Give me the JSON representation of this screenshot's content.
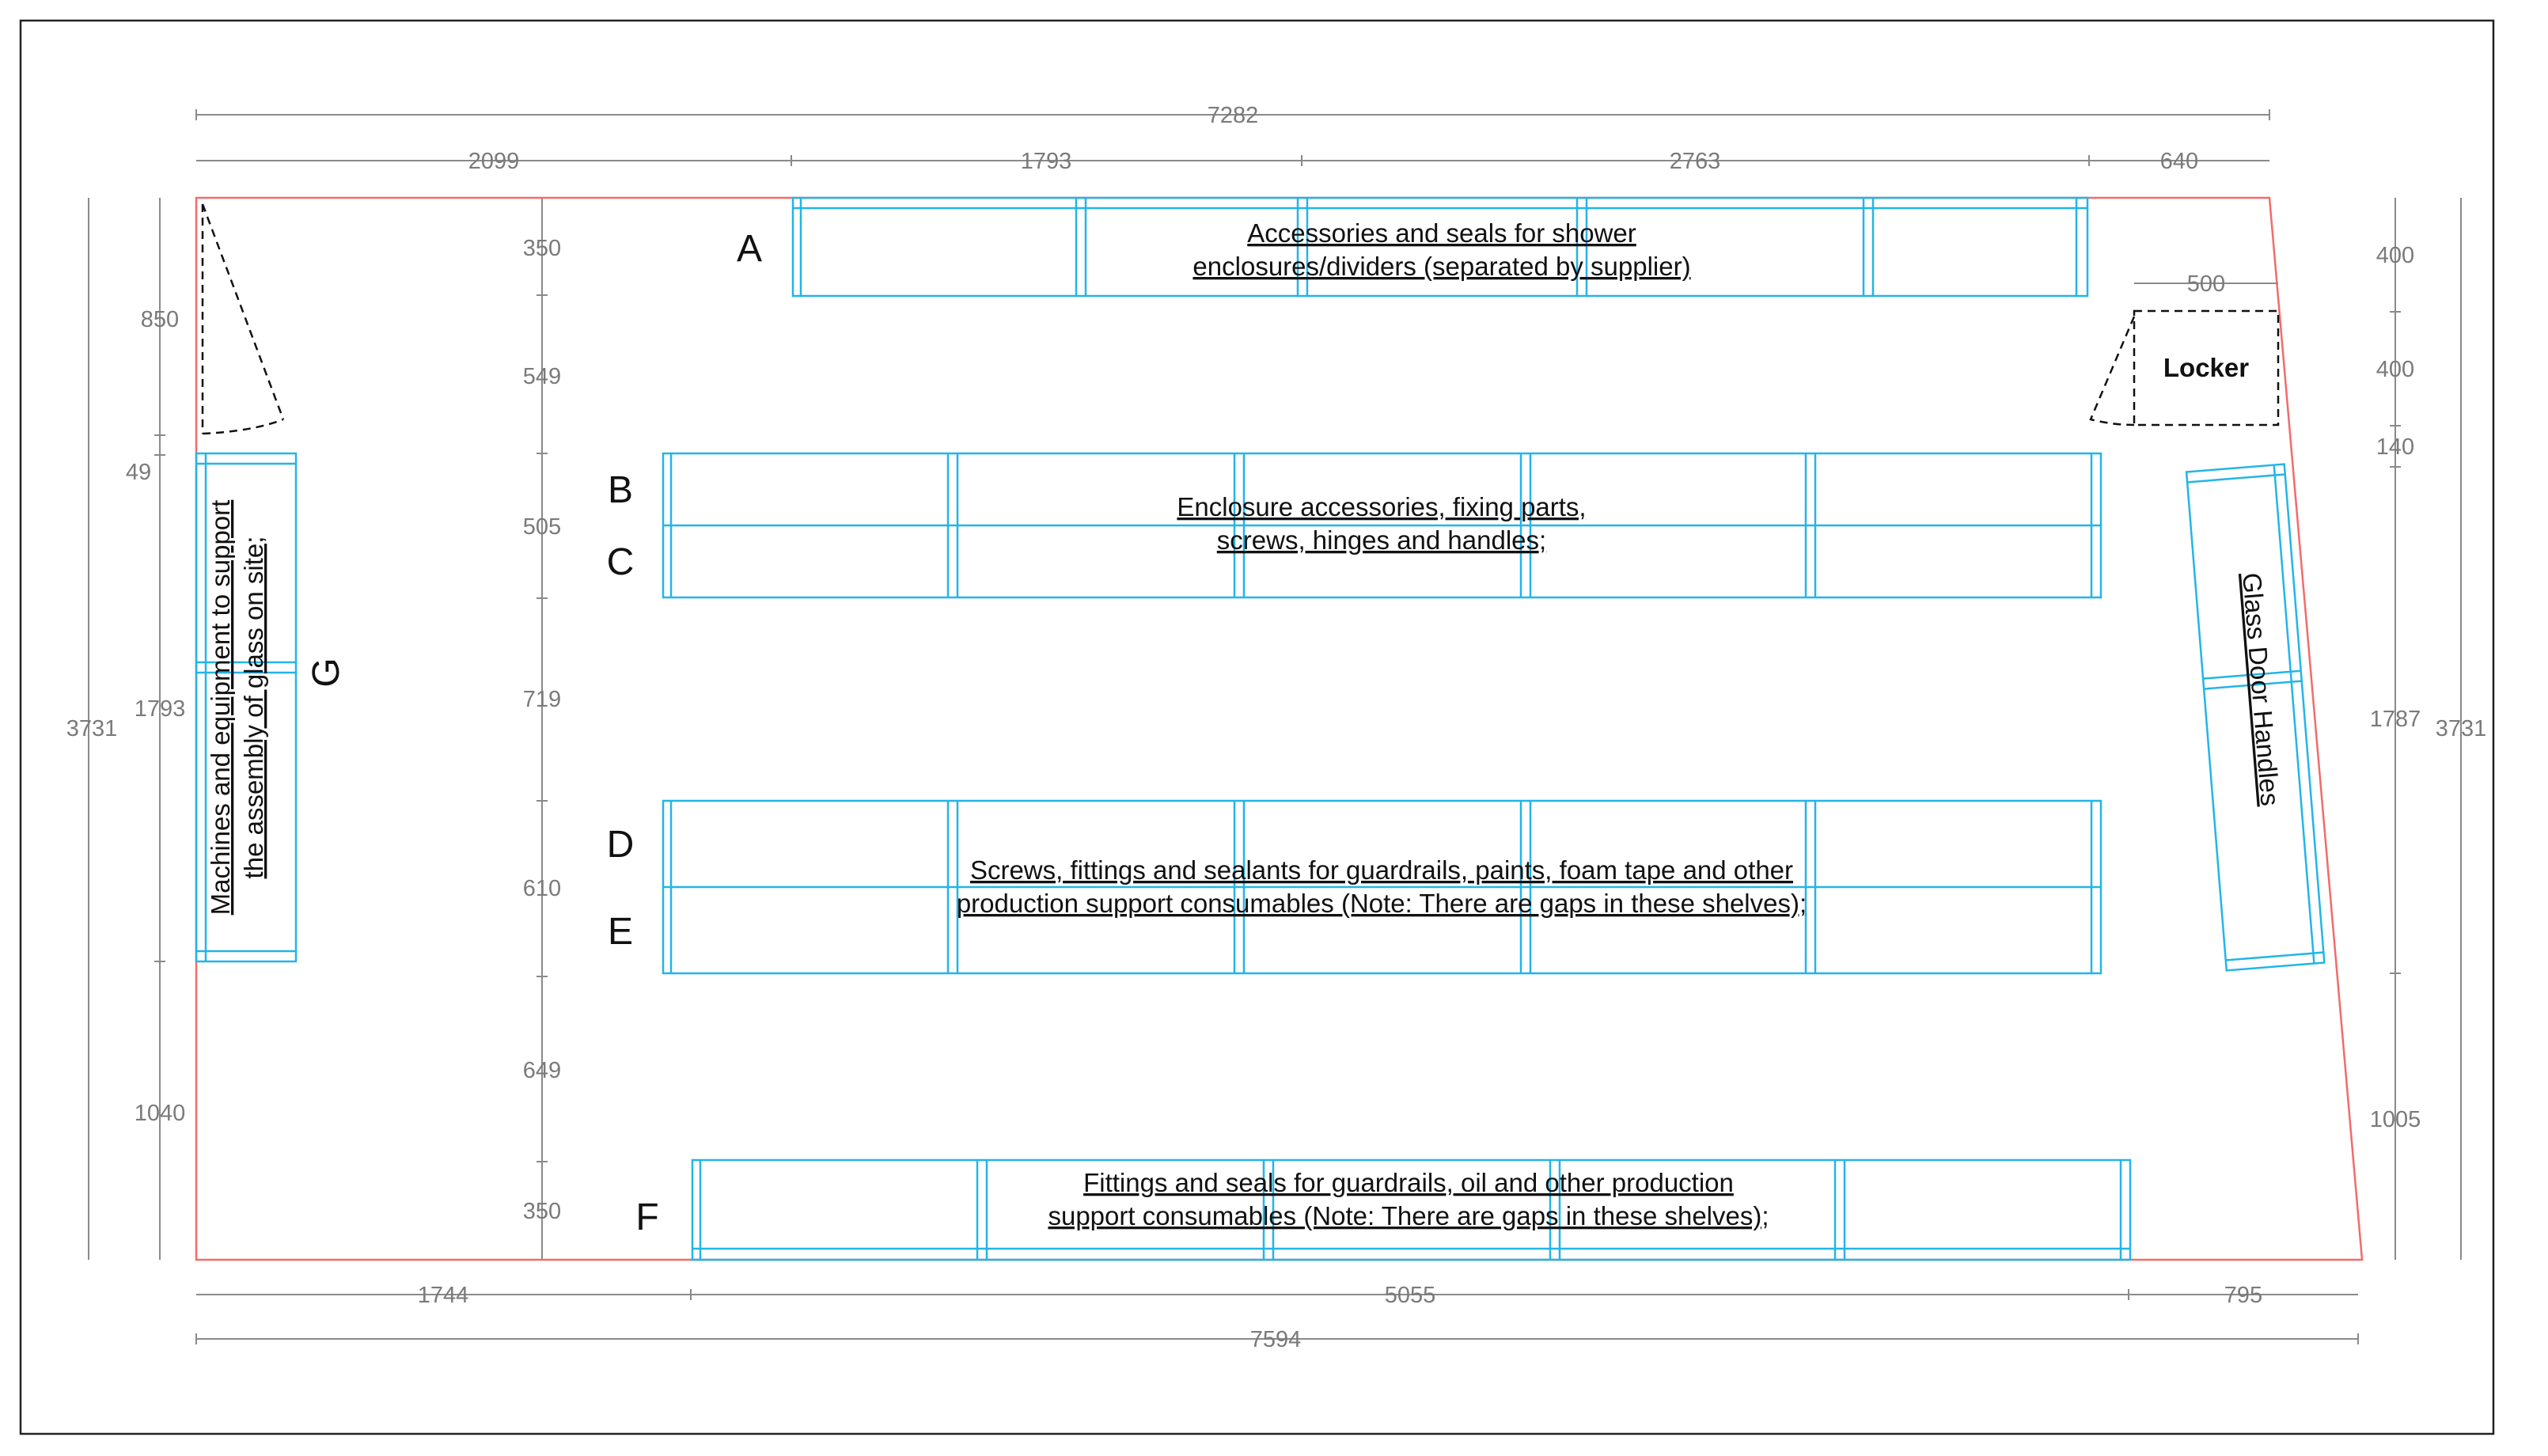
{
  "dimensions": {
    "top_total": "7282",
    "top_segments": [
      "2099",
      "1793",
      "2763",
      "640"
    ],
    "bottom_segments": [
      "1744",
      "5055",
      "795"
    ],
    "bottom_total": "7594",
    "left_total": "3731",
    "left_segments": [
      "850",
      "49",
      "1793",
      "1040"
    ],
    "right_total": "3731",
    "right_segments": [
      "400",
      "400",
      "140",
      "1787",
      "1005"
    ],
    "inner_vertical": [
      "350",
      "549",
      "505",
      "719",
      "610",
      "649",
      "350"
    ],
    "locker_width": "500"
  },
  "labels": {
    "A": "A",
    "B": "B",
    "C": "C",
    "D": "D",
    "E": "E",
    "F": "F",
    "G": "G"
  },
  "descriptions": {
    "A_line1": "Accessories and seals for shower",
    "A_line2": "enclosures/dividers (separated by supplier)",
    "BC_line1": "Enclosure accessories, fixing parts,",
    "BC_line2": "screws, hinges and handles;",
    "DE_line1": "Screws, fittings and sealants for guardrails, paints, foam tape and other",
    "DE_line2": "production support consumables (Note: There are gaps in these shelves);",
    "F_line1": "Fittings and seals for guardrails, oil and other production",
    "F_line2": "support consumables (Note: There are gaps in these shelves);",
    "G_line1": "Machines and equipment to support",
    "G_line2": "the assembly of glass on site;",
    "locker": "Locker",
    "glass_door": "Glass Door Handles"
  },
  "colors": {
    "wall": "#f26b6b",
    "shelf": "#22b5e8",
    "dimension": "#8a8a8a"
  }
}
